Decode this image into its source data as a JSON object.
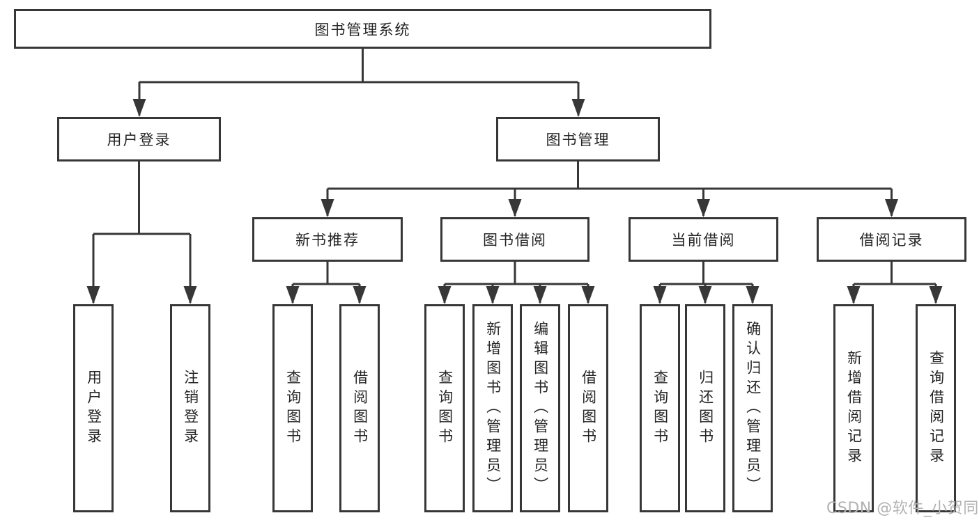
{
  "diagram": {
    "colors": {
      "line": "#373737",
      "box_border": "#373737",
      "box_fill": "#ffffff",
      "text": "#252525",
      "watermark_text": "#b2b2b2",
      "background": "#ffffff"
    },
    "tree": {
      "root": {
        "label": "图书管理系统",
        "children": [
          {
            "label": "用户登录",
            "children": [
              {
                "label": "用户登录"
              },
              {
                "label": "注销登录"
              }
            ]
          },
          {
            "label": "图书管理",
            "children": [
              {
                "label": "新书推荐",
                "children": [
                  {
                    "label": "查询图书"
                  },
                  {
                    "label": "借阅图书"
                  }
                ]
              },
              {
                "label": "图书借阅",
                "children": [
                  {
                    "label": "查询图书"
                  },
                  {
                    "label": "新增图书（管理员）"
                  },
                  {
                    "label": "编辑图书（管理员）"
                  },
                  {
                    "label": "借阅图书"
                  }
                ]
              },
              {
                "label": "当前借阅",
                "children": [
                  {
                    "label": "查询图书"
                  },
                  {
                    "label": "归还图书"
                  },
                  {
                    "label": "确认归还（管理员）"
                  }
                ]
              },
              {
                "label": "借阅记录",
                "children": [
                  {
                    "label": "新增借阅记录"
                  },
                  {
                    "label": "查询借阅记录"
                  }
                ]
              }
            ]
          }
        ]
      }
    },
    "watermark": "CSDN @软件_小贺同学"
  }
}
